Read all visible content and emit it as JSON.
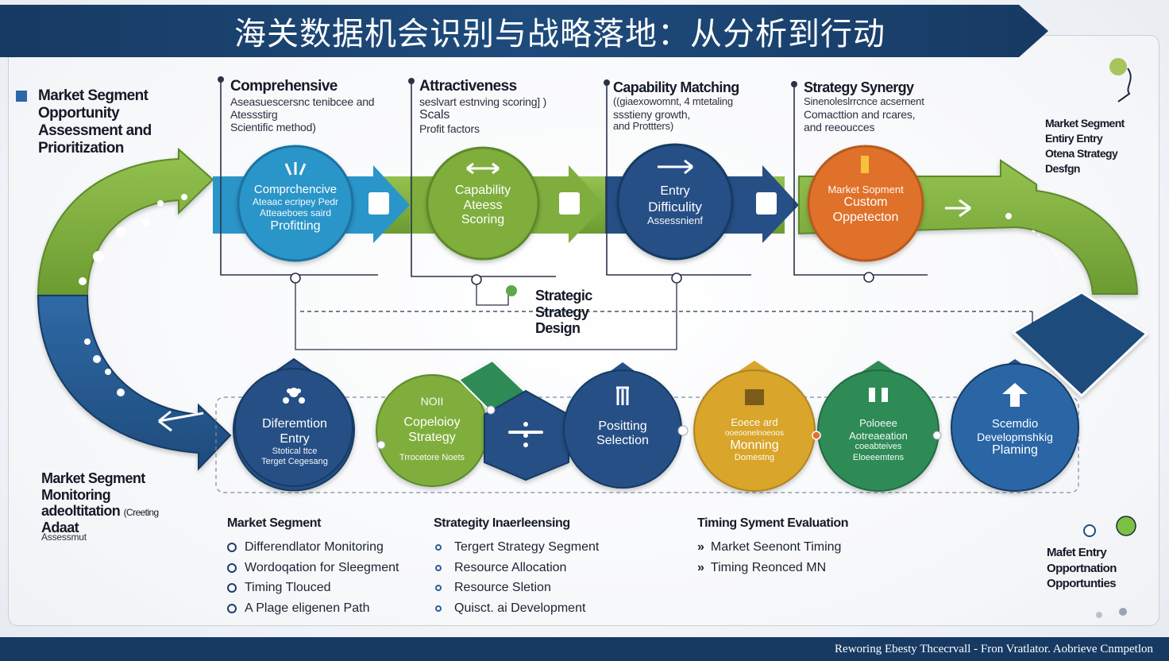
{
  "title": "海关数据机会识别与战略落地：从分析到行动",
  "footer_text": "Reworing Ebesty Thcecrvall - Fron Vratlator. Aobrieve Cnmpetlon",
  "colors": {
    "navy": "#173a63",
    "blue": "#2b5f96",
    "light_blue": "#2a95c8",
    "green": "#7fae3e",
    "orange": "#e0712b",
    "gold": "#d9a52a",
    "teal_green": "#2e8b57"
  },
  "left_top_label": {
    "lines": [
      "Market Segment",
      "Opportunity",
      "Assessment and",
      "Prioritization"
    ]
  },
  "left_bottom_label": {
    "lines": [
      "Market Segment",
      "Monitoring",
      "adeoltitation",
      "Adaat"
    ],
    "side_note": "(Creeting",
    "sub": "Assessmut"
  },
  "right_top_label": {
    "lines": [
      "Market Segment",
      "Entiry Entry",
      "Otena Strategy",
      "Desfgn"
    ]
  },
  "right_bottom_label": {
    "lines": [
      "Mafet Entry",
      "Opportnation",
      "Opportunties"
    ]
  },
  "center_label": {
    "lines": [
      "Strategic",
      "Strategy",
      "Design"
    ]
  },
  "top_columns": [
    {
      "heading": "Comprehensive",
      "lines": [
        "Aseasuescersnc tenibcee and",
        "Atessstirg",
        "Scientific method)"
      ]
    },
    {
      "heading": "Attractiveness",
      "lines": [
        "seslvart estnving scoring] )",
        "Scals",
        "Profit factors"
      ]
    },
    {
      "heading": "Capability Matching",
      "lines": [
        "((giaexowomnt, 4 mtetaling",
        "ssstieny growth,",
        "and Prottters)"
      ]
    },
    {
      "heading": "Strategy Synergy",
      "lines": [
        "Sinenoleslrrcnce acsernent",
        "Comacttion and rcares,",
        "and reeoucces"
      ]
    }
  ],
  "top_nodes": [
    {
      "icon": "tools-icon",
      "lines": [
        "Comprchencive",
        "Ateaac ecripey Pedr",
        "Atteaeboes   saird",
        "Profitting"
      ]
    },
    {
      "icon": "arrows-icon",
      "lines": [
        "Capability",
        "Ateess",
        "Scoring"
      ]
    },
    {
      "icon": "arrow-right-icon",
      "lines": [
        "Entry",
        "Difficulity",
        "Assessnienf"
      ]
    },
    {
      "icon": "pencil-icon",
      "lines": [
        "Market Sopment",
        "Custom",
        "Oppetecton"
      ]
    }
  ],
  "bottom_nodes": [
    {
      "icon": "network-icon",
      "lines": [
        "Diferemtion",
        "Entry",
        "Stotical    ttce",
        "Terget Cegesang"
      ]
    },
    {
      "icon": "chart-icon",
      "lines": [
        "NOII",
        "Copeloioy",
        "Strategy",
        "Trrocetore Noets"
      ]
    },
    {
      "icon": "dots-icon",
      "lines": []
    },
    {
      "icon": "building-icon",
      "lines": [
        "Positting",
        "Selection"
      ]
    },
    {
      "icon": "book-icon",
      "lines": [
        "Eoece ard",
        "ooeoonelnoeoos",
        "Monning",
        "Domestng"
      ]
    },
    {
      "icon": "team-icon",
      "lines": [
        "Poloeee",
        "Aotreaeation",
        "coeabteives",
        "Eloeeemtens"
      ]
    },
    {
      "icon": "tree-icon",
      "lines": [
        "Scemdio",
        "Developmshkig",
        "Plaming"
      ]
    }
  ],
  "lists": [
    {
      "heading": "Market Segment",
      "style": "ring",
      "items": [
        "Differendlator Monitoring",
        "Wordoqation for Sleegment",
        "Timing Tlouced",
        "A Plage eligenen Path"
      ]
    },
    {
      "heading": "Strategity Inaerleensing",
      "style": "dot",
      "items": [
        "Tergert Strategy Segment",
        "Resource Allocation",
        "Resource Sletion",
        "Quisct. ai Development"
      ]
    },
    {
      "heading": "Timing Syment Evaluation",
      "style": "chevron",
      "items": [
        "Market Seenont Timing",
        "Timing Reonced MN"
      ]
    }
  ]
}
